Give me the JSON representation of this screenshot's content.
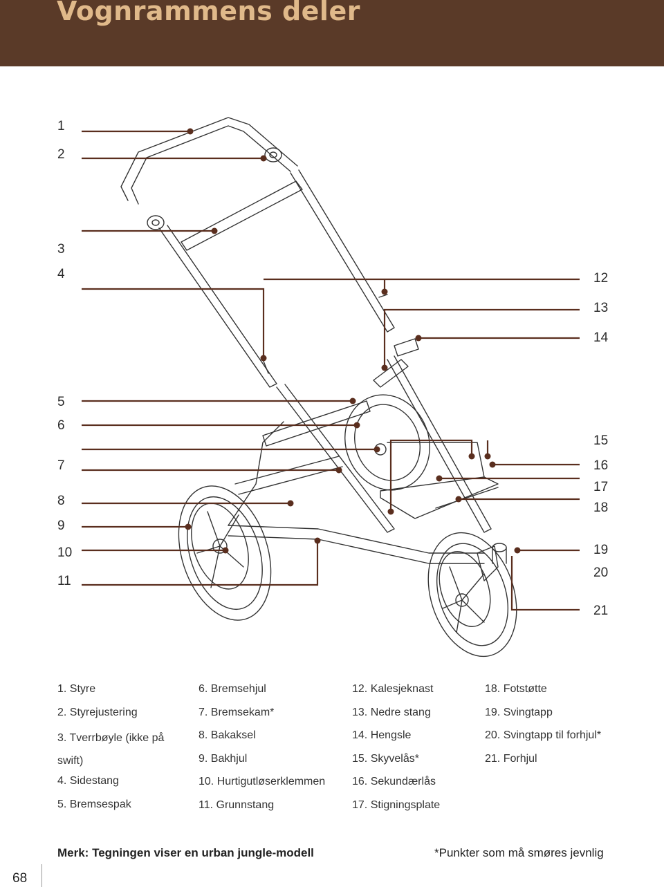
{
  "header": {
    "title": "Vognrammens deler",
    "bg_color": "#5a3a28",
    "title_color": "#e0b98a"
  },
  "callouts_left": [
    "1",
    "2",
    "3",
    "4",
    "5",
    "6",
    "7",
    "8",
    "9",
    "10",
    "11"
  ],
  "callouts_right": [
    "12",
    "13",
    "14",
    "15",
    "16",
    "17",
    "18",
    "19",
    "20",
    "21"
  ],
  "legend": {
    "col1": [
      "1. Styre",
      "2. Styrejustering",
      "3. Tverrbøyle (ikke på swift)",
      "4. Sidestang",
      "5. Bremsespak"
    ],
    "col2": [
      "6. Bremsehjul",
      "7. Bremsekam*",
      "8. Bakaksel",
      "9. Bakhjul",
      "10. Hurtigutløserklemmen",
      "11. Grunnstang"
    ],
    "col3": [
      "12. Kalesjeknast",
      "13. Nedre stang",
      "14. Hengsle",
      "15. Skyvelås*",
      "16. Sekundærlås",
      "17. Stigningsplate"
    ],
    "col4": [
      "18. Fotstøtte",
      "19. Svingtapp",
      "20. Svingtapp til forhjul*",
      "21. Forhjul"
    ]
  },
  "notes": {
    "model": "Merk: Tegningen viser en urban jungle-modell",
    "lubricate": "*Punkter som må smøres jevnlig"
  },
  "page_number": "68",
  "leader_color": "#5a2e1e"
}
